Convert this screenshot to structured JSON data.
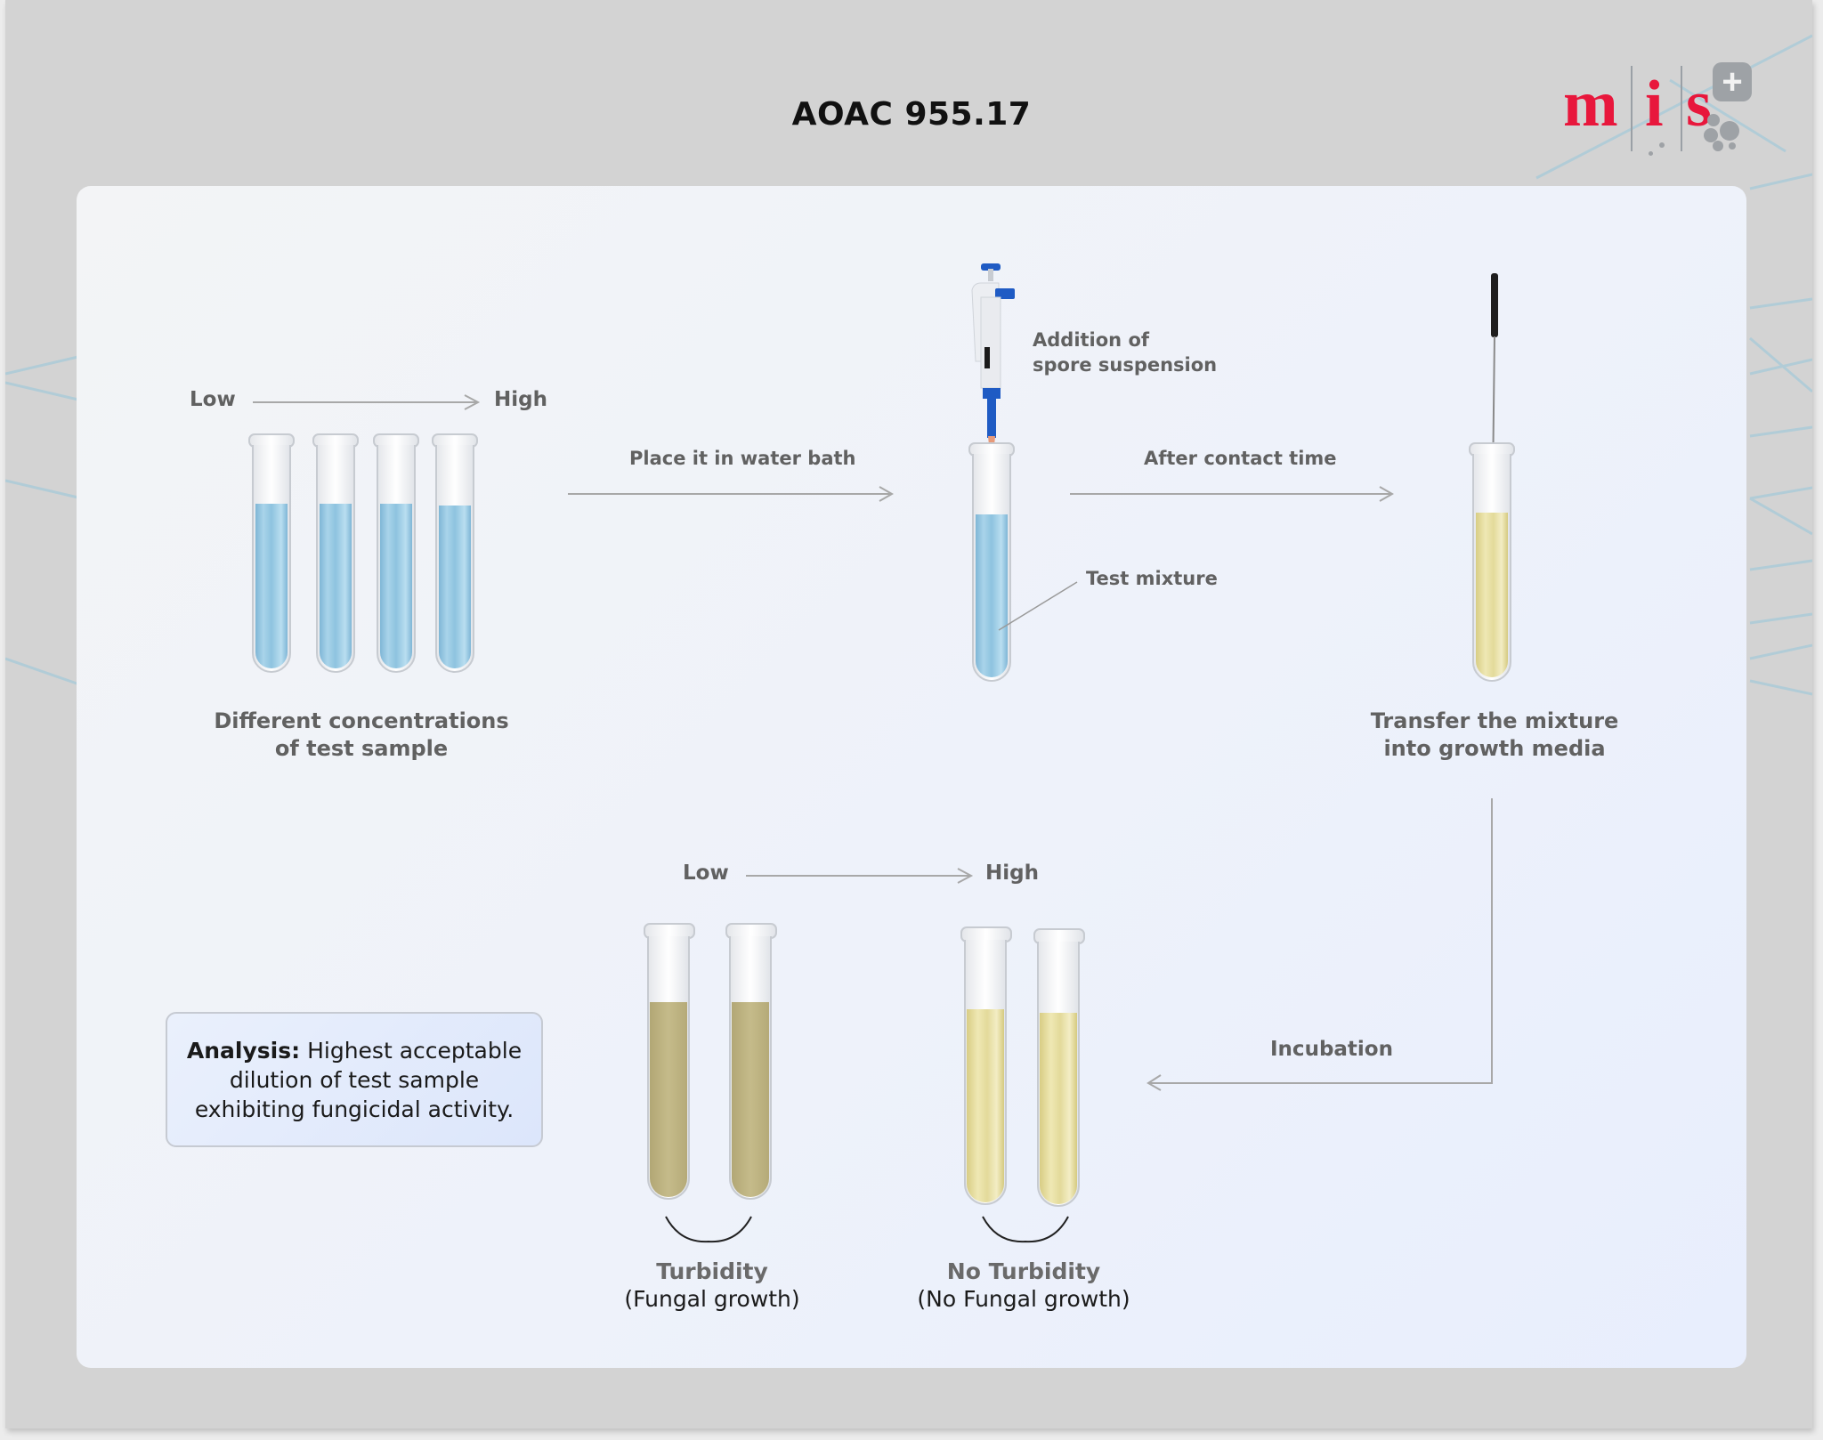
{
  "header": {
    "title": "AOAC 955.17",
    "logo": {
      "letters": [
        "m",
        "i",
        "s"
      ],
      "badge_icon": "plus-icon",
      "brand_color": "#e8173c"
    }
  },
  "diagram": {
    "step1": {
      "gradient": {
        "low": "Low",
        "high": "High"
      },
      "tube_count": 4,
      "liquid_color": "#8fc4e0",
      "caption": [
        "Different concentrations",
        "of test sample"
      ]
    },
    "arrow1": {
      "label": "Place it in water bath"
    },
    "step2": {
      "pipette_label": [
        "Addition of",
        "spore suspension"
      ],
      "mixture_label": "Test mixture",
      "pipette_color": "#1f5bc4"
    },
    "arrow2": {
      "label": "After contact time"
    },
    "step3": {
      "caption": [
        "Transfer the mixture",
        "into growth media"
      ],
      "liquid_color": "#e4dca0"
    },
    "arrow3": {
      "label": "Incubation"
    },
    "results": {
      "gradient": {
        "low": "Low",
        "high": "High"
      },
      "turbid": {
        "title": "Turbidity",
        "subtitle": "(Fungal growth)",
        "tube_count": 2,
        "liquid_color": "#c3b987"
      },
      "clear": {
        "title": "No Turbidity",
        "subtitle": "(No Fungal growth)",
        "tube_count": 2,
        "liquid_color": "#ebe3a8"
      }
    },
    "analysis": {
      "label": "Analysis:",
      "text": "Highest acceptable dilution of test sample exhibiting fungicidal activity."
    }
  },
  "colors": {
    "frame_bg": "#d3d3d3",
    "panel_bg": "#eef2fa",
    "label_gray": "#616161",
    "arrow_gray": "#a8a8a8",
    "deco_line_blue": "#a9cbd8"
  }
}
